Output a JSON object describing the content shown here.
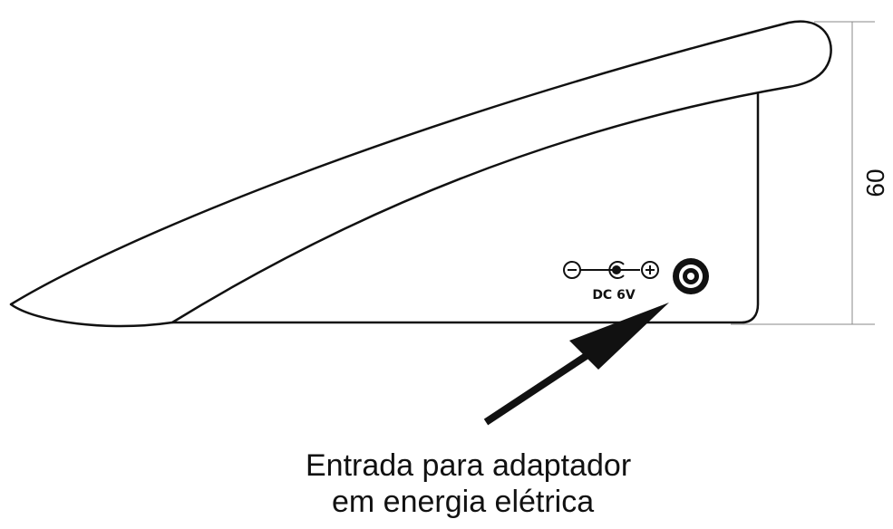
{
  "dimension": {
    "value": "60"
  },
  "power_jack": {
    "label": "DC 6V",
    "minus_symbol": "−",
    "plus_symbol": "+"
  },
  "caption": {
    "line1": "Entrada para adaptador",
    "line2": "em energia elétrica"
  }
}
